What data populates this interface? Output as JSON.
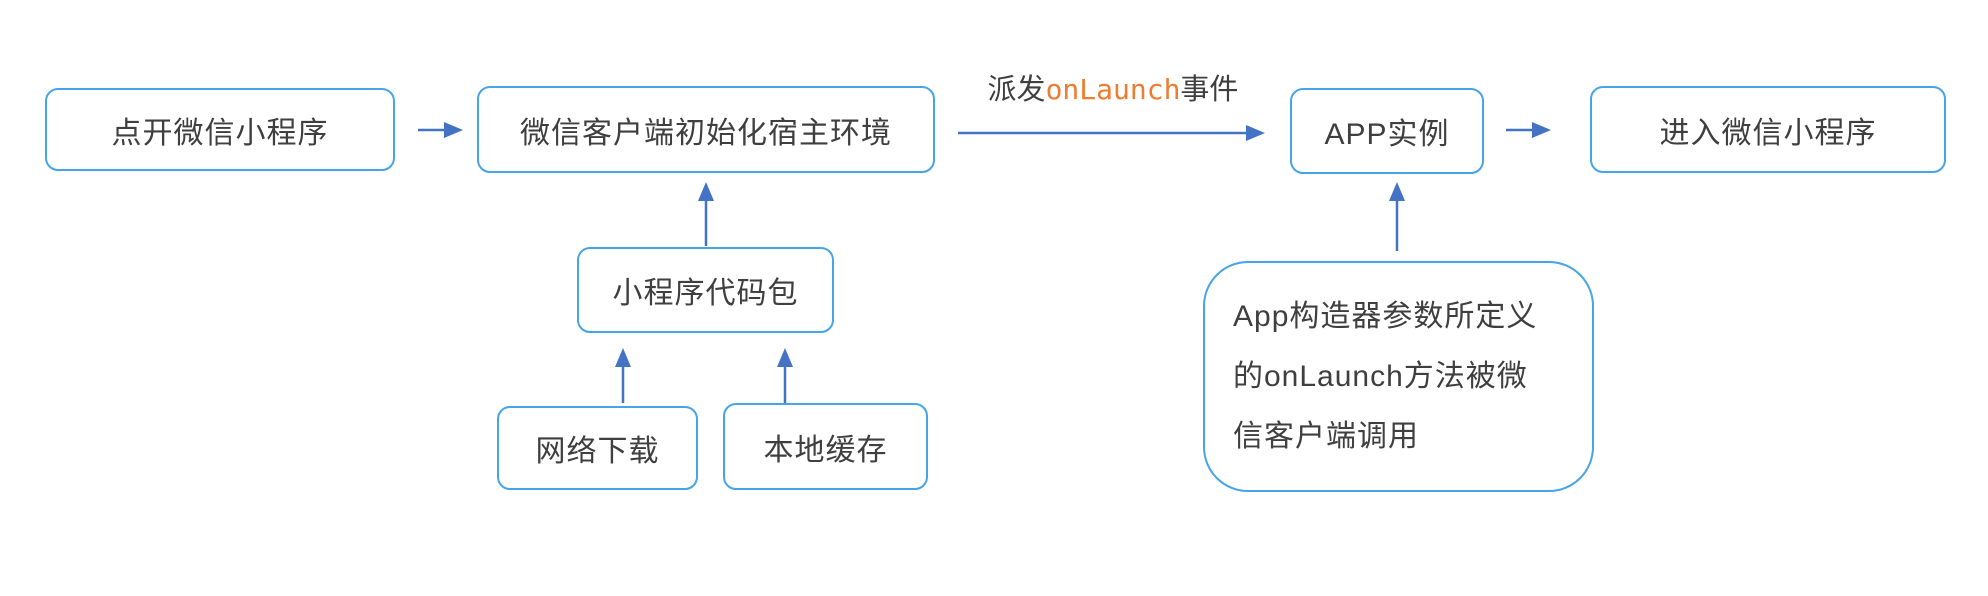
{
  "colors": {
    "background": "#ffffff",
    "box_border": "#46a4e8",
    "arrow": "#4472c4",
    "ink": "#3f3f3f",
    "code_orange": "#ed7d31"
  },
  "flow": {
    "step_open": "点开微信小程序",
    "step_init_env": "微信客户端初始化宿主环境",
    "step_app_instance": "APP实例",
    "step_enter": "进入微信小程序",
    "code_package": "小程序代码包",
    "network_download": "网络下载",
    "local_cache": "本地缓存",
    "dispatch_label": {
      "prefix": "派发",
      "code": "onLaunch",
      "suffix": "事件"
    },
    "note_lines": {
      "0": "App构造器参数所定义",
      "1": "的onLaunch方法被微",
      "2": "信客户端调用"
    }
  }
}
